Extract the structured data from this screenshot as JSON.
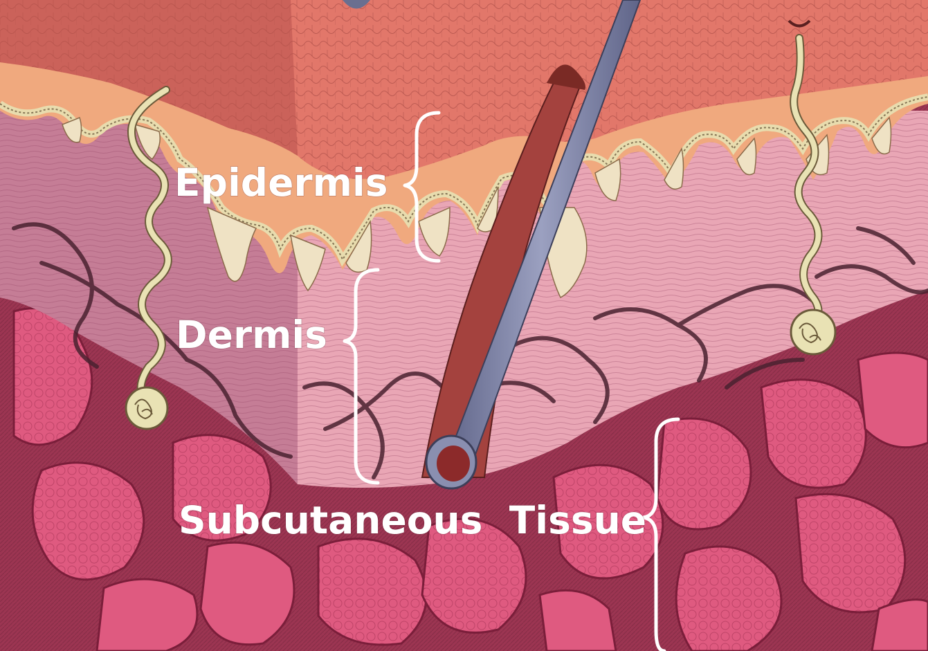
{
  "layers": [
    {
      "id": "epidermis",
      "label": "Epidermis"
    },
    {
      "id": "dermis",
      "label": "Dermis"
    },
    {
      "id": "subcutaneous",
      "label": "Subcutaneous  Tissue"
    }
  ],
  "colors": {
    "stratum_corneum": "#e2776a",
    "epidermis_deep": "#f0a97e",
    "basal_band": "#e8dcae",
    "papillae": "#efe2c4",
    "dermis": "#e9a6b5",
    "dermis_shadow": "#b86f8c",
    "subcutaneous": "#a83a58",
    "fat_lobules": "#e0577f",
    "vessel_network": "#4a2230",
    "hair_shaft": "#7d83a6",
    "hair_sheath": "#a4423e",
    "sweat_duct": "#e9e2b4",
    "label": "#ffffff"
  }
}
